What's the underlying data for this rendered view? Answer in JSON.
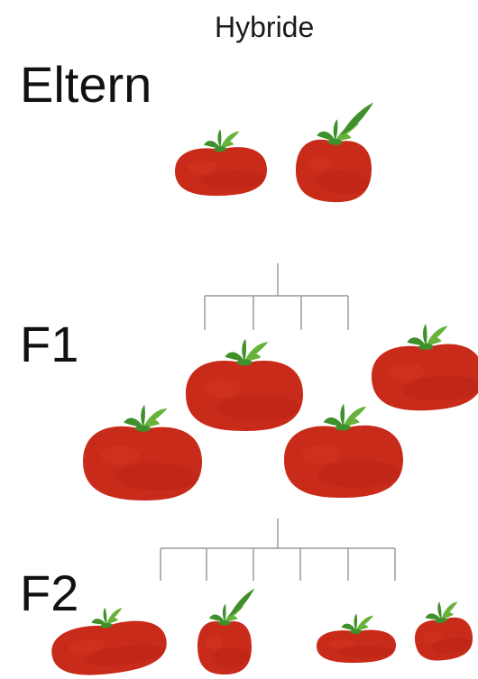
{
  "diagram": {
    "title": "Hybride",
    "generations": {
      "parents": "Eltern",
      "first_filial": "F1",
      "second_filial": "F2"
    }
  },
  "colors": {
    "tomato_body": "#c92b1a",
    "tomato_shadow": "#a51d10",
    "tomato_highlight": "#e44b33",
    "leaf": "#3f8f2a",
    "leaf_light": "#66b23a",
    "connector_line": "#9a9a9a",
    "text": "#111111"
  }
}
